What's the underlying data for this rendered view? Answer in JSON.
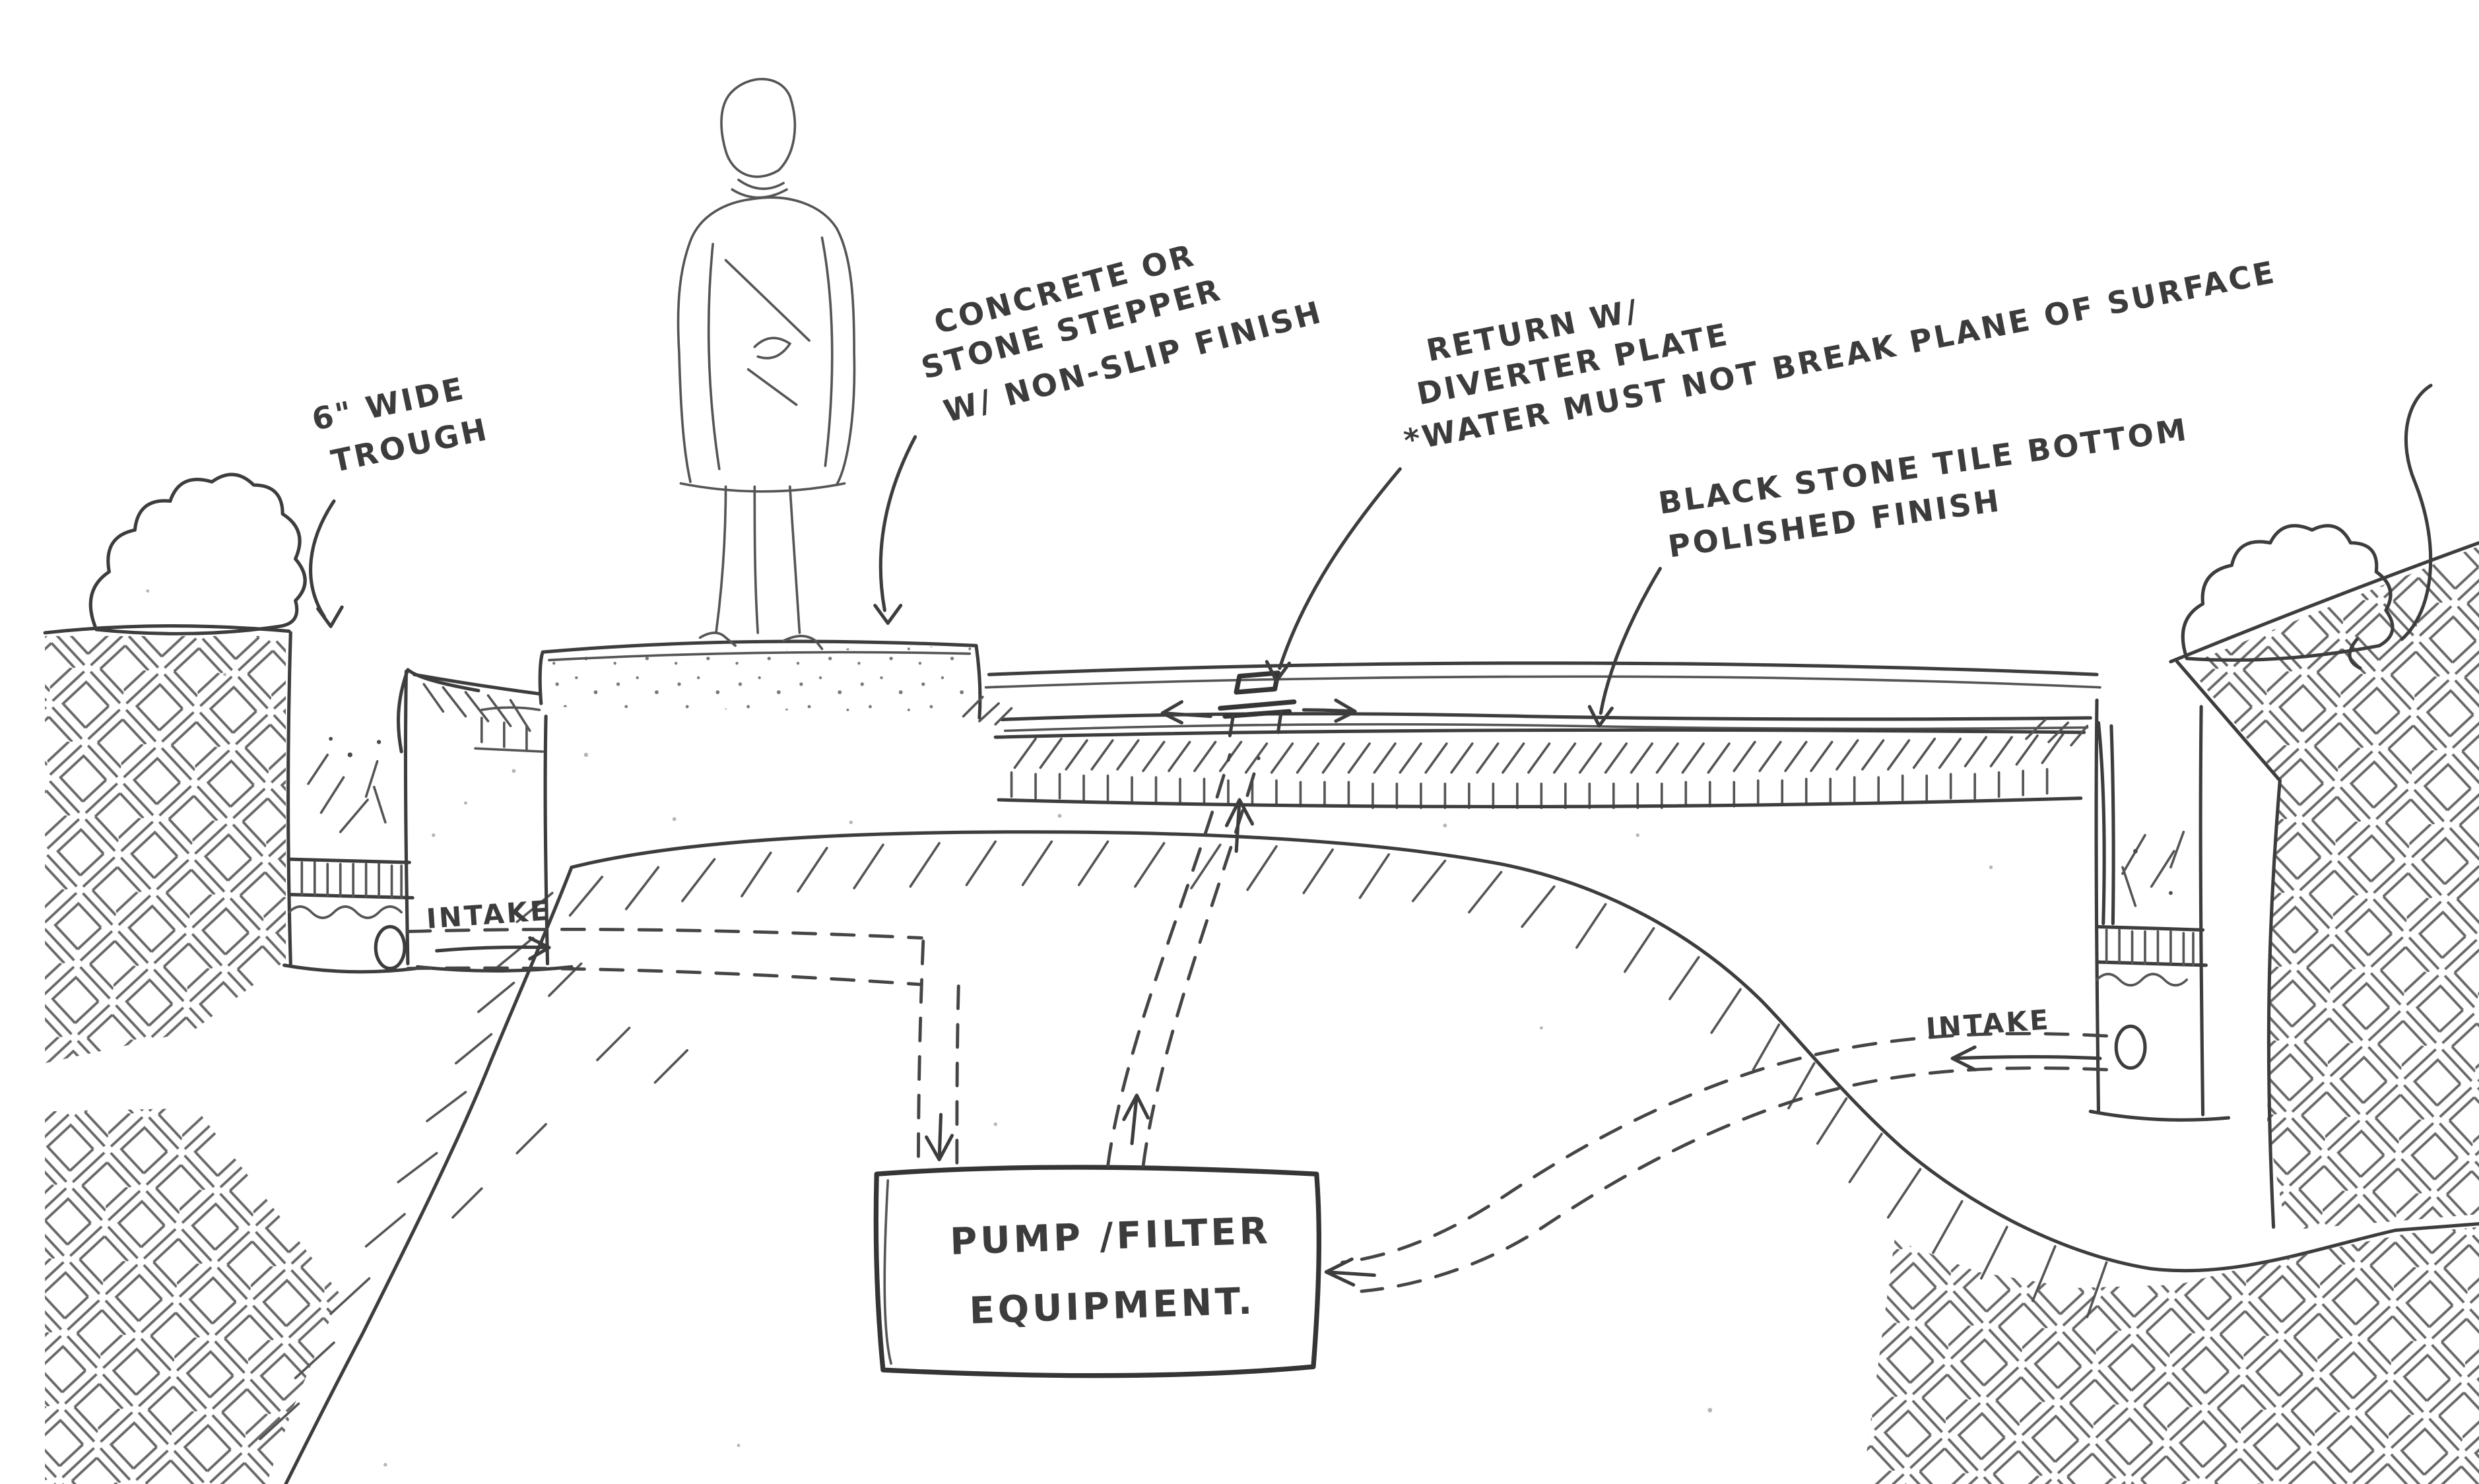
{
  "meta": {
    "title": "Hand-drawn cross-section sketch of a reflecting pool water feature",
    "type": "pencil-and-ink concept sketch"
  },
  "colors": {
    "ink": "#3d3d3d",
    "paper": "#ffffff"
  },
  "labels": {
    "trough": {
      "line1": "6\" WIDE",
      "line2": "TROUGH"
    },
    "stepper": {
      "line1": "CONCRETE OR",
      "line2": "STONE STEPPER",
      "line3": "W/ NON-SLIP FINISH"
    },
    "return_note": {
      "line1": "RETURN W/",
      "line2": "DIVERTER PLATE",
      "line3": "*WATER MUST NOT BREAK PLANE OF SURFACE"
    },
    "tile": {
      "line1": "BLACK STONE TILE BOTTOM",
      "line2": "POLISHED FINISH"
    },
    "intake_left": "INTAKE",
    "intake_right": "INTAKE",
    "pump": {
      "line1": "PUMP /FILTER",
      "line2": "EQUIPMENT."
    }
  }
}
